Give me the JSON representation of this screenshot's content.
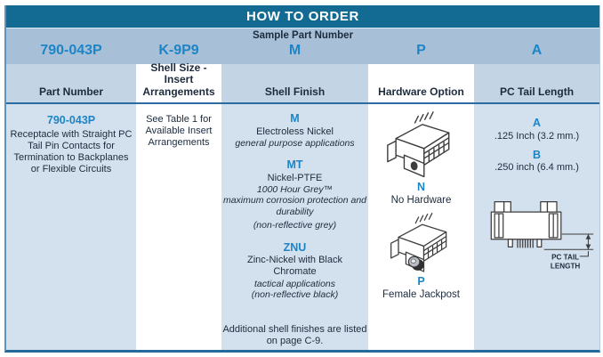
{
  "colors": {
    "header_bar": "#136a93",
    "band_blue": "#a7c0d8",
    "header_cell_blue": "#c3d4e4",
    "body_cell_blue": "#d3e0ed",
    "accent_blue": "#1d85c6",
    "navy_text": "#1d2b3d",
    "rule_blue": "#2d6ca3"
  },
  "title": "HOW TO ORDER",
  "sample": {
    "label": "Sample Part Number",
    "segments": [
      "790-043P",
      "K-9P9",
      "M",
      "P",
      "A"
    ]
  },
  "part_number": {
    "header": "Part Number",
    "code": "790-043P",
    "description": "Receptacle with Straight PC Tail Pin Contacts for Termination to Backplanes or Flexible Circuits"
  },
  "shell_size": {
    "header": "Shell Size - Insert Arrangements",
    "note": "See Table 1 for Available Insert Arrangements"
  },
  "shell_finish": {
    "header": "Shell Finish",
    "options": [
      {
        "code": "M",
        "name": "Electroless Nickel",
        "note1": "general purpose applications",
        "note2": "",
        "note3": ""
      },
      {
        "code": "MT",
        "name": "Nickel-PTFE",
        "note1": "1000 Hour Grey™",
        "note2": "maximum corrosion protection and durability",
        "note3": "(non-reflective grey)"
      },
      {
        "code": "ZNU",
        "name": "Zinc-Nickel with Black Chromate",
        "note1": "tactical applications",
        "note2": "(non-reflective black)",
        "note3": ""
      }
    ],
    "footnote": "Additional shell finishes are listed on page C-9."
  },
  "hardware_option": {
    "header": "Hardware Option",
    "options": [
      {
        "code": "N",
        "label": "No Hardware",
        "icon": "connector-isometric-icon"
      },
      {
        "code": "P",
        "label": "Female Jackpost",
        "icon": "connector-isometric-jackpost-icon"
      }
    ]
  },
  "pc_tail_length": {
    "header": "PC Tail Length",
    "options": [
      {
        "code": "A",
        "label": ".125 Inch (3.2 mm.)"
      },
      {
        "code": "B",
        "label": ".250 inch (6.4 mm.)"
      }
    ],
    "diagram_icon": "pc-tail-length-diagram-icon",
    "diagram_label_line1": "PC TAIL",
    "diagram_label_line2": "LENGTH"
  }
}
